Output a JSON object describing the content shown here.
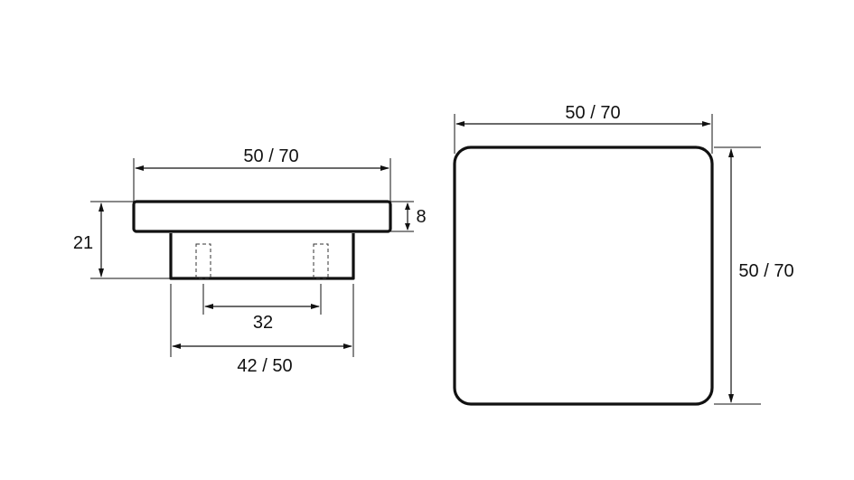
{
  "side_view": {
    "width_label": "50 / 70",
    "height_label": "21",
    "plate_thickness_label": "8",
    "hole_spacing_label": "32",
    "base_width_label": "42 / 50"
  },
  "top_view": {
    "width_label": "50 / 70",
    "height_label": "50 / 70"
  },
  "colors": {
    "line": "#111111",
    "background": "#ffffff"
  }
}
